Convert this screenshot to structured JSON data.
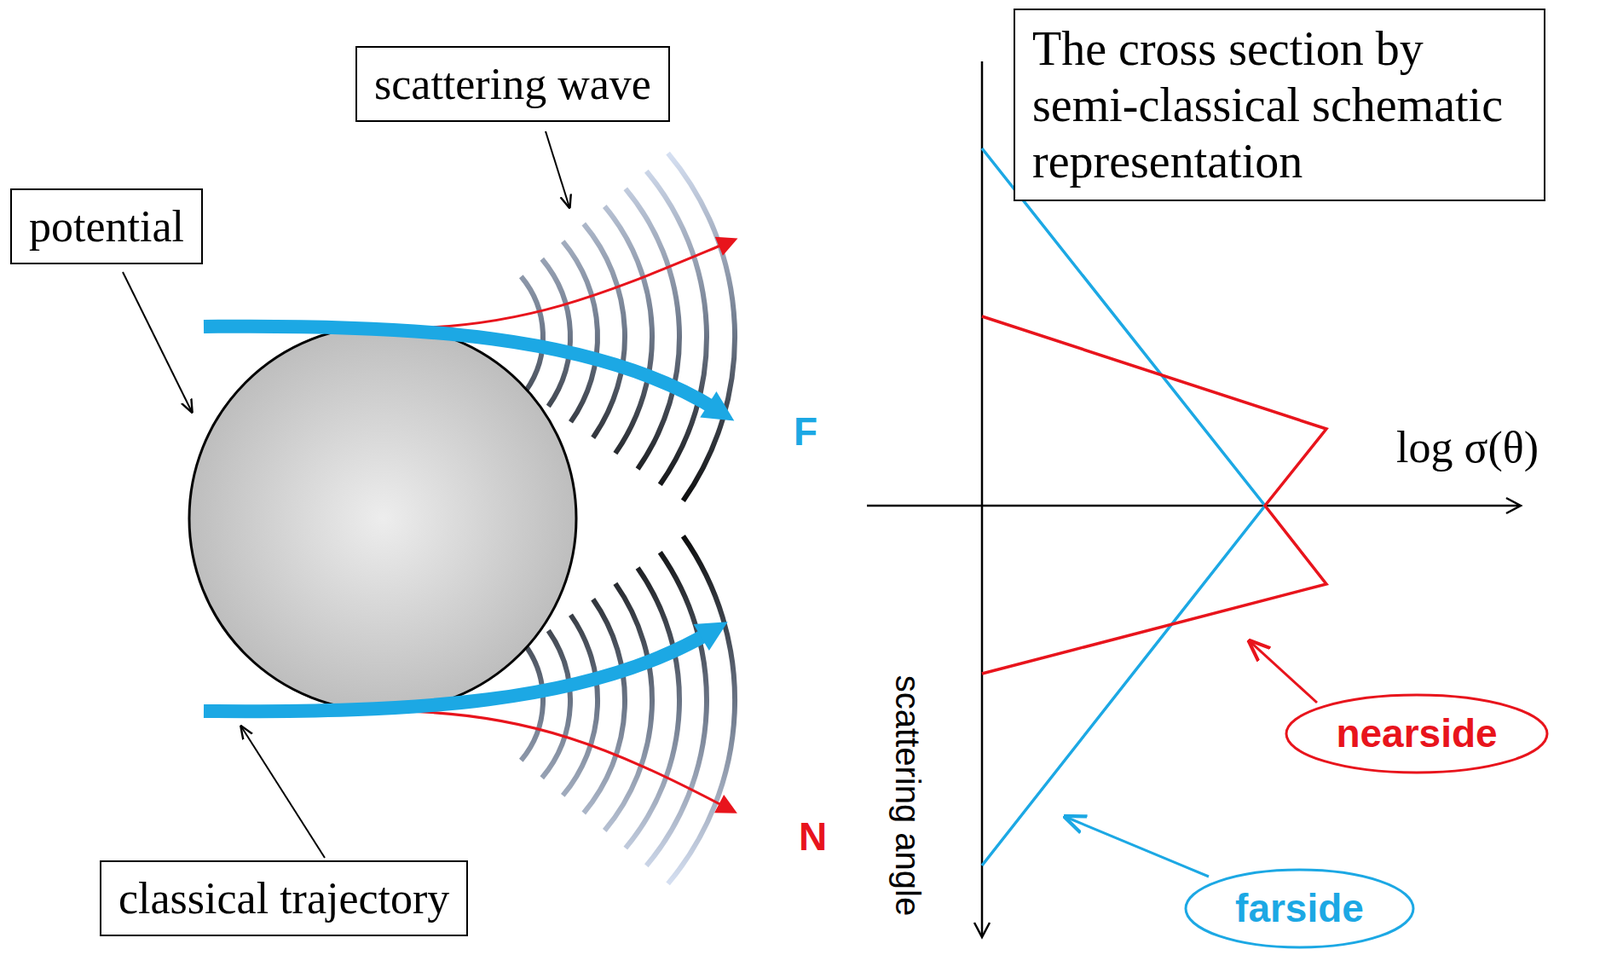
{
  "diagram": {
    "nodes": [
      {
        "text": [
          "scattering wave"
        ]
      },
      {
        "text": [
          "The cross section by semi-classical schematic representation"
        ]
      },
      {
        "text": [
          "potential"
        ]
      },
      {
        "text": [
          "nearside"
        ]
      },
      {
        "text": [
          "farside"
        ]
      },
      {
        "text": [
          "classical trajectory"
        ]
      }
    ],
    "labels": [
      "F",
      "N",
      "log σ(θ)",
      "scattering angle"
    ]
  }
}
